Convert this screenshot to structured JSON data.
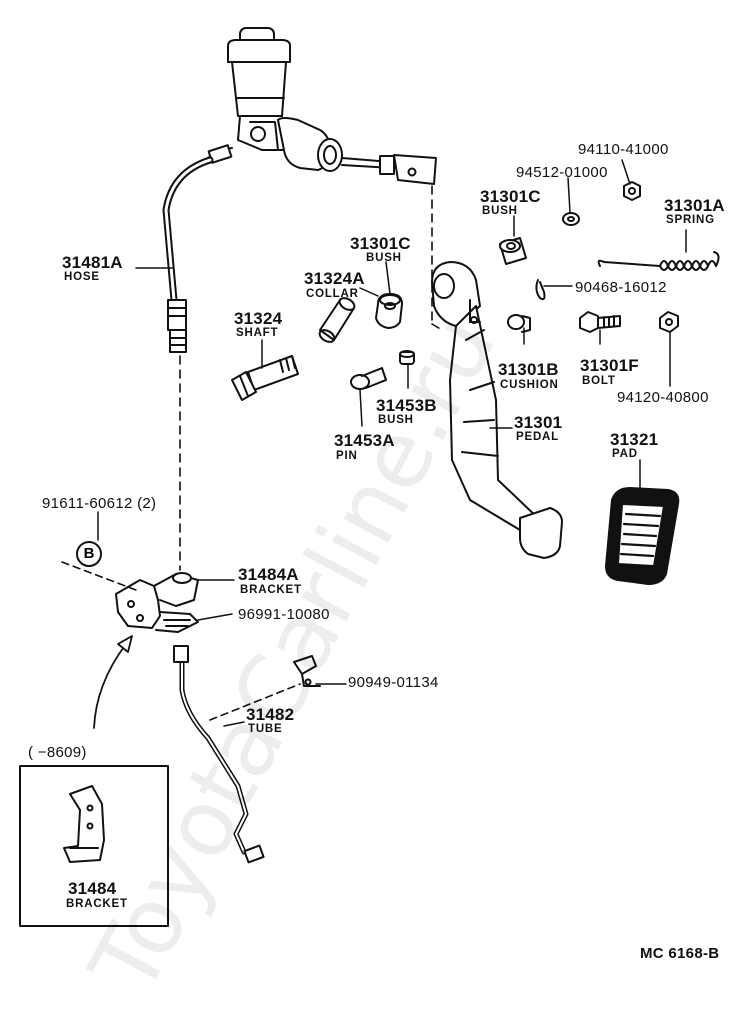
{
  "watermark": "ToyotaCarline.ru",
  "callouts": {
    "hose": {
      "number": "31481A",
      "name": "HOSE"
    },
    "shaft": {
      "number": "31324",
      "name": "SHAFT"
    },
    "collar": {
      "number": "31324A",
      "name": "COLLAR"
    },
    "bush_c": {
      "number": "31301C",
      "name": "BUSH"
    },
    "bush_c2": {
      "number": "31301C",
      "name": "BUSH"
    },
    "spring": {
      "number": "31301A",
      "name": "SPRING"
    },
    "nut_94110": {
      "number": "94110-41000"
    },
    "washer_94512": {
      "number": "94512-01000"
    },
    "clip_90468": {
      "number": "90468-16012"
    },
    "cushion": {
      "number": "31301B",
      "name": "CUSHION"
    },
    "bolt": {
      "number": "31301F",
      "name": "BOLT"
    },
    "nut_94120": {
      "number": "94120-40800"
    },
    "bush_b": {
      "number": "31453B",
      "name": "BUSH"
    },
    "pin": {
      "number": "31453A",
      "name": "PIN"
    },
    "pedal": {
      "number": "31301",
      "name": "PEDAL"
    },
    "pad": {
      "number": "31321",
      "name": "PAD"
    },
    "bolt_91611": {
      "number": "91611-60612 (2)"
    },
    "ref_b": {
      "label": "B"
    },
    "bracket_a": {
      "number": "31484A",
      "name": "BRACKET"
    },
    "clip_96991": {
      "number": "96991-10080"
    },
    "clamp_90949": {
      "number": "90949-01134"
    },
    "tube": {
      "number": "31482",
      "name": "TUBE"
    },
    "inset_range": {
      "label": "(    −8609)"
    },
    "bracket_old": {
      "number": "31484",
      "name": "BRACKET"
    }
  },
  "diagram_code": "MC 6168-B"
}
